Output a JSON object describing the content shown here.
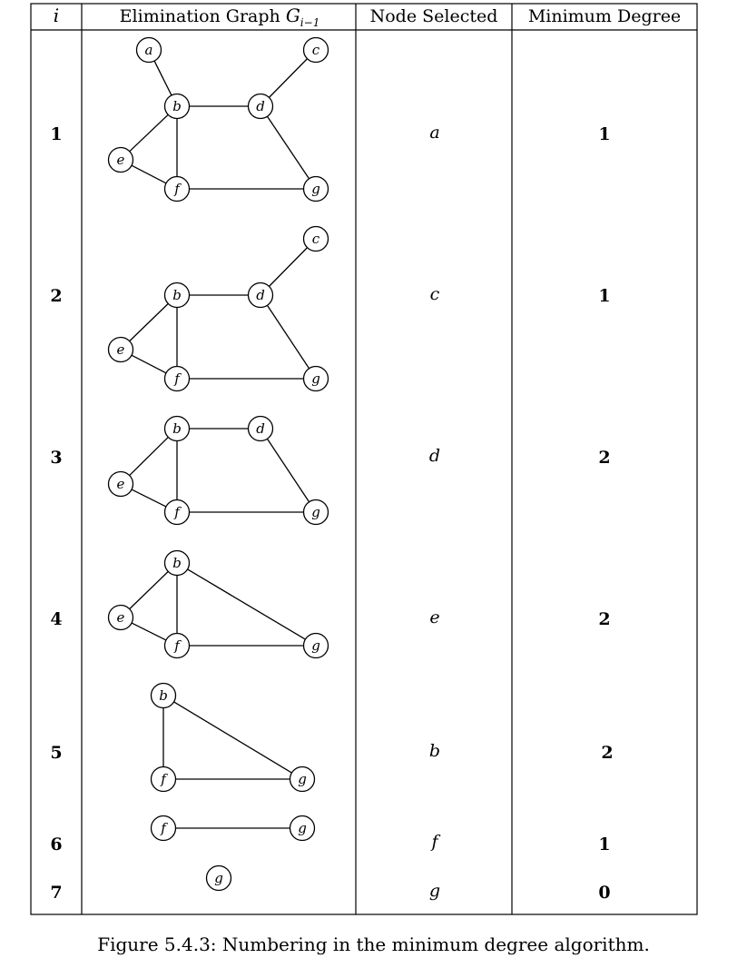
{
  "table": {
    "headers": {
      "i": "i",
      "graph": "Elimination Graph ",
      "graph_symbol": "G",
      "graph_subscript": "i−1",
      "node_selected": "Node Selected",
      "min_degree": "Minimum Degree"
    },
    "rows": [
      {
        "i": "1",
        "selected": "a",
        "degree": "1",
        "nodes": [
          "a",
          "b",
          "c",
          "d",
          "e",
          "f",
          "g"
        ],
        "edges": [
          [
            "a",
            "b"
          ],
          [
            "b",
            "d"
          ],
          [
            "c",
            "d"
          ],
          [
            "b",
            "e"
          ],
          [
            "b",
            "f"
          ],
          [
            "e",
            "f"
          ],
          [
            "f",
            "g"
          ],
          [
            "d",
            "g"
          ]
        ]
      },
      {
        "i": "2",
        "selected": "c",
        "degree": "1",
        "nodes": [
          "b",
          "c",
          "d",
          "e",
          "f",
          "g"
        ],
        "edges": [
          [
            "b",
            "d"
          ],
          [
            "c",
            "d"
          ],
          [
            "b",
            "e"
          ],
          [
            "b",
            "f"
          ],
          [
            "e",
            "f"
          ],
          [
            "f",
            "g"
          ],
          [
            "d",
            "g"
          ]
        ]
      },
      {
        "i": "3",
        "selected": "d",
        "degree": "2",
        "nodes": [
          "b",
          "d",
          "e",
          "f",
          "g"
        ],
        "edges": [
          [
            "b",
            "d"
          ],
          [
            "b",
            "e"
          ],
          [
            "b",
            "f"
          ],
          [
            "e",
            "f"
          ],
          [
            "f",
            "g"
          ],
          [
            "d",
            "g"
          ]
        ]
      },
      {
        "i": "4",
        "selected": "e",
        "degree": "2",
        "nodes": [
          "b",
          "e",
          "f",
          "g"
        ],
        "edges": [
          [
            "b",
            "e"
          ],
          [
            "b",
            "f"
          ],
          [
            "e",
            "f"
          ],
          [
            "f",
            "g"
          ],
          [
            "b",
            "g"
          ]
        ]
      },
      {
        "i": "5",
        "selected": "b",
        "degree": "2",
        "nodes": [
          "b",
          "f",
          "g"
        ],
        "edges": [
          [
            "b",
            "f"
          ],
          [
            "f",
            "g"
          ],
          [
            "b",
            "g"
          ]
        ]
      },
      {
        "i": "6",
        "selected": "f",
        "degree": "1",
        "nodes": [
          "f",
          "g"
        ],
        "edges": [
          [
            "f",
            "g"
          ]
        ]
      },
      {
        "i": "7",
        "selected": "g",
        "degree": "0",
        "nodes": [
          "g"
        ],
        "edges": []
      }
    ]
  },
  "caption": "Figure 5.4.3: Numbering in the minimum degree algorithm."
}
